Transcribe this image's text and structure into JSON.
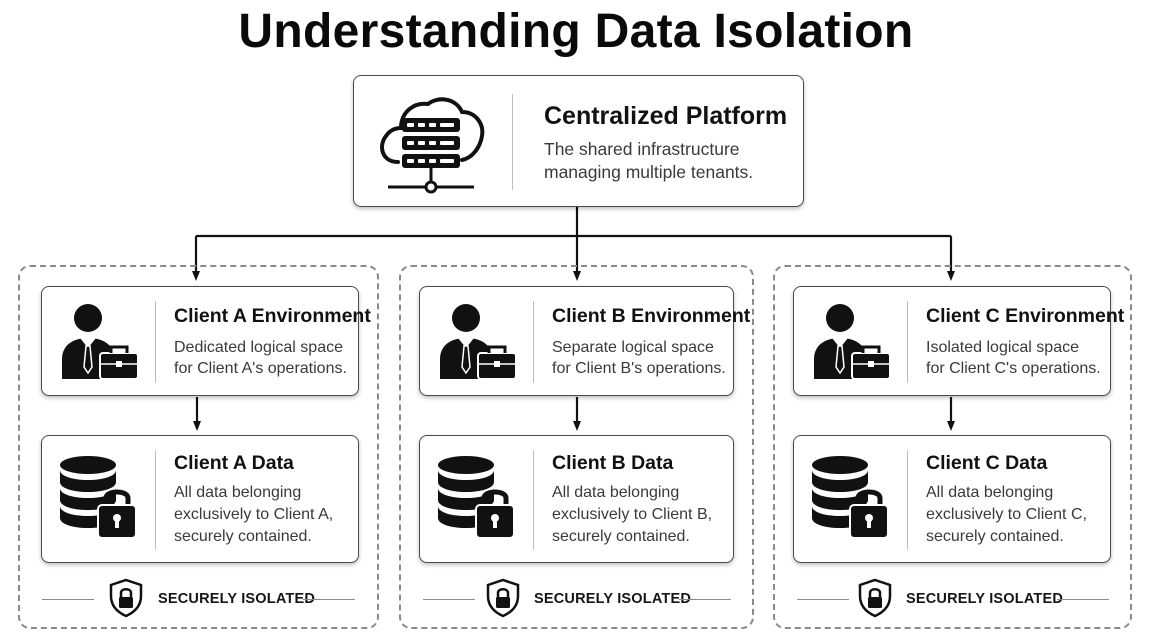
{
  "title": "Understanding Data Isolation",
  "platform": {
    "heading": "Centralized Platform",
    "desc_lines": [
      "The shared infrastructure",
      "managing multiple tenants."
    ],
    "icon": "cloud-server-icon"
  },
  "clients": [
    {
      "env_heading": "Client A Environment",
      "env_desc_lines": [
        "Dedicated logical space",
        "for Client A's operations."
      ],
      "data_heading": "Client A Data",
      "data_desc_lines": [
        "All data belonging",
        "exclusively to Client A,",
        "securely contained."
      ],
      "isolation_label": "SECURELY ISOLATED"
    },
    {
      "env_heading": "Client B Environment",
      "env_desc_lines": [
        "Separate logical space",
        "for Client B's operations."
      ],
      "data_heading": "Client B Data",
      "data_desc_lines": [
        "All data belonging",
        "exclusively to Client B,",
        "securely contained."
      ],
      "isolation_label": "SECURELY ISOLATED"
    },
    {
      "env_heading": "Client C Environment",
      "env_desc_lines": [
        "Isolated logical space",
        "for Client C's operations."
      ],
      "data_heading": "Client C Data",
      "data_desc_lines": [
        "All data belonging",
        "exclusively to Client C,",
        "securely contained."
      ],
      "isolation_label": "SECURELY ISOLATED"
    }
  ],
  "icons": {
    "env": "businessman-briefcase-icon",
    "data": "database-lock-icon",
    "isolation": "shield-lock-icon"
  },
  "colors": {
    "ink": "#111111",
    "border": "#4a4a4a",
    "dashed": "#8a8a8a"
  }
}
